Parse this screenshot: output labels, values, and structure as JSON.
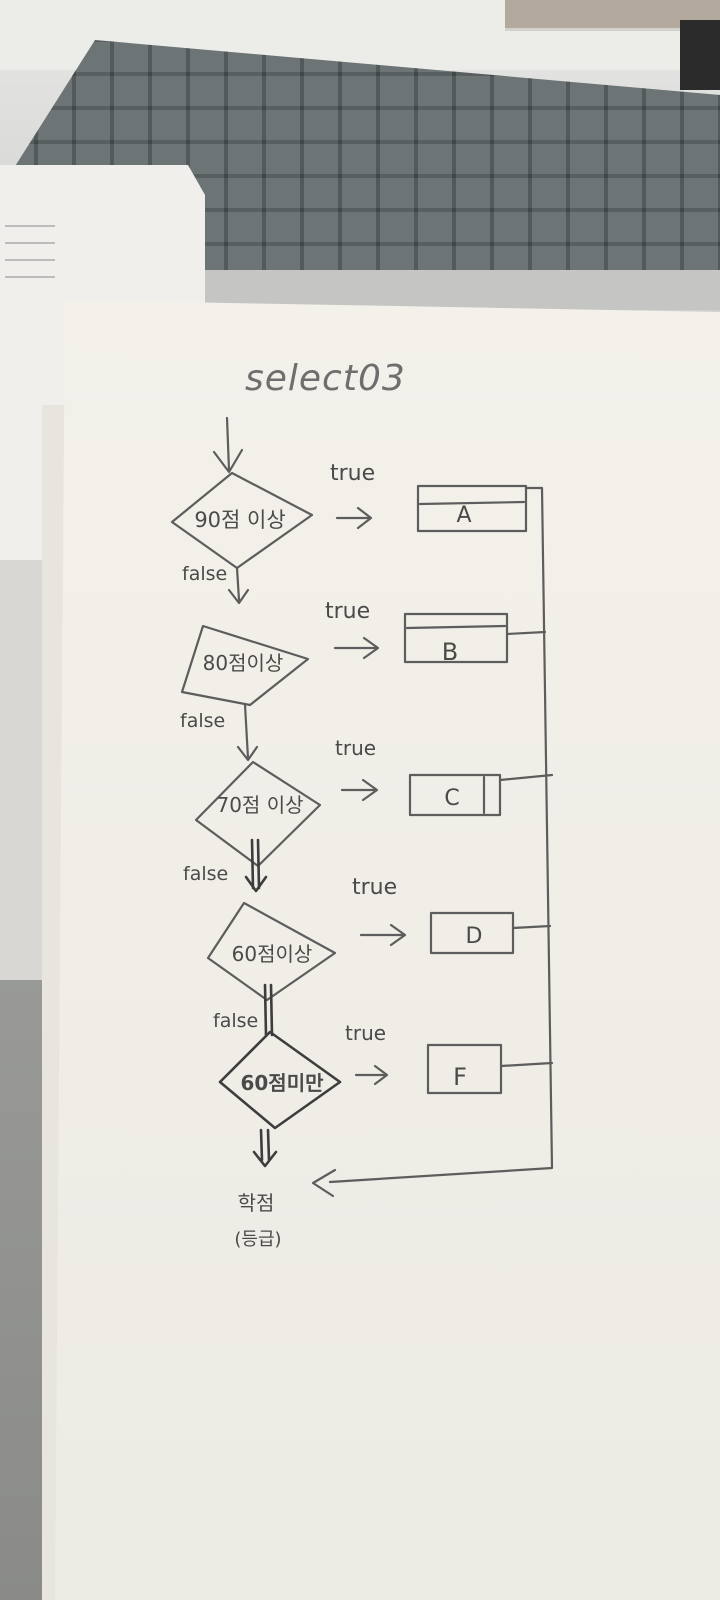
{
  "title": "select03",
  "decisions": [
    "90점 이상",
    "80점이상",
    "70점 이상",
    "60점이상",
    "60점미만"
  ],
  "results": [
    "A",
    "B",
    "C",
    "D",
    "F"
  ],
  "true_label": "true",
  "false_label": "false",
  "end_label": "학점",
  "end_sublabel": "(등급)"
}
